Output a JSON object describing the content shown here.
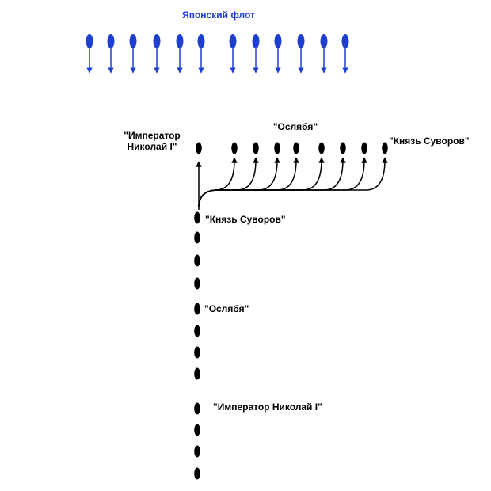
{
  "japanese_fleet": {
    "title": "Японский флот",
    "color": "#1f3fd0",
    "ship_count": 12
  },
  "russian_fleet": {
    "color": "#000000",
    "column_ship_count": 12,
    "turned_ship_count": 8
  },
  "labels": {
    "top_left_line1": "\"Император",
    "top_left_line2": "Николай I\"",
    "top_middle": "\"Ослябя\"",
    "top_right": "\"Князь Суворов\"",
    "column_1": "\"Князь Суворов\"",
    "column_2": "\"Ослябя\"",
    "column_3": "\"Император Николай I\""
  }
}
